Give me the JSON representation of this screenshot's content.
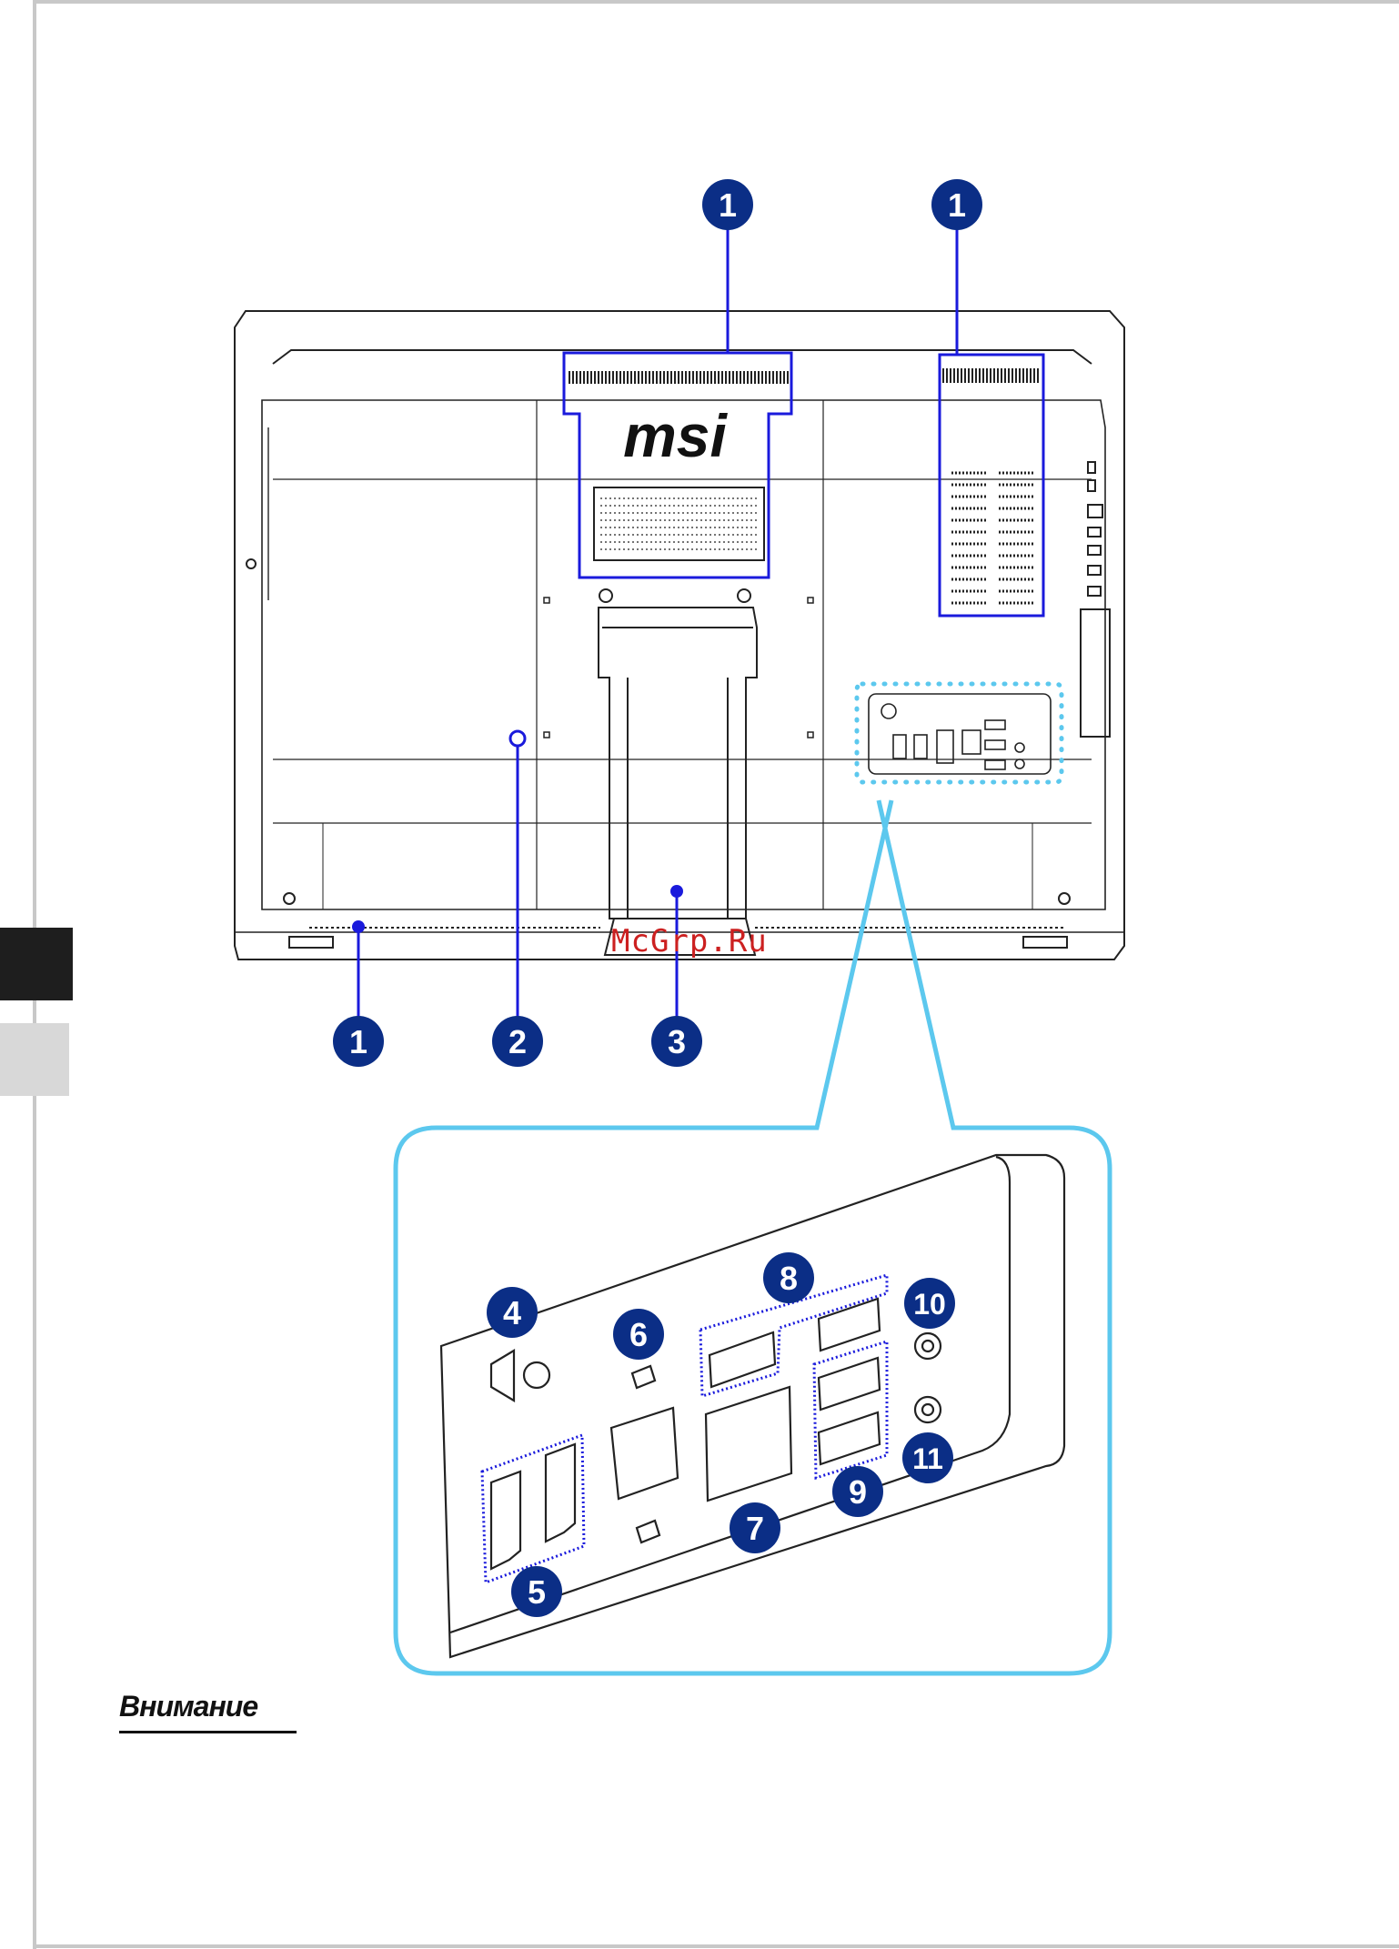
{
  "brand_logo": "msi",
  "watermark": "McGrp.Ru",
  "attention_heading": "Внимание",
  "callouts_overview": [
    {
      "id": "c1a",
      "label": "1"
    },
    {
      "id": "c1b",
      "label": "1"
    },
    {
      "id": "c1c",
      "label": "1"
    },
    {
      "id": "c2",
      "label": "2"
    },
    {
      "id": "c3",
      "label": "3"
    }
  ],
  "callouts_detail": [
    {
      "id": "c4",
      "label": "4"
    },
    {
      "id": "c5",
      "label": "5"
    },
    {
      "id": "c6",
      "label": "6"
    },
    {
      "id": "c7",
      "label": "7"
    },
    {
      "id": "c8",
      "label": "8"
    },
    {
      "id": "c9",
      "label": "9"
    },
    {
      "id": "c10",
      "label": "10"
    },
    {
      "id": "c11",
      "label": "11"
    }
  ],
  "colors": {
    "callout_fill": "#0b2e86",
    "highlight_box": "#1a1adc",
    "zoom_outline": "#5cc8ee",
    "device_line": "#222222"
  }
}
